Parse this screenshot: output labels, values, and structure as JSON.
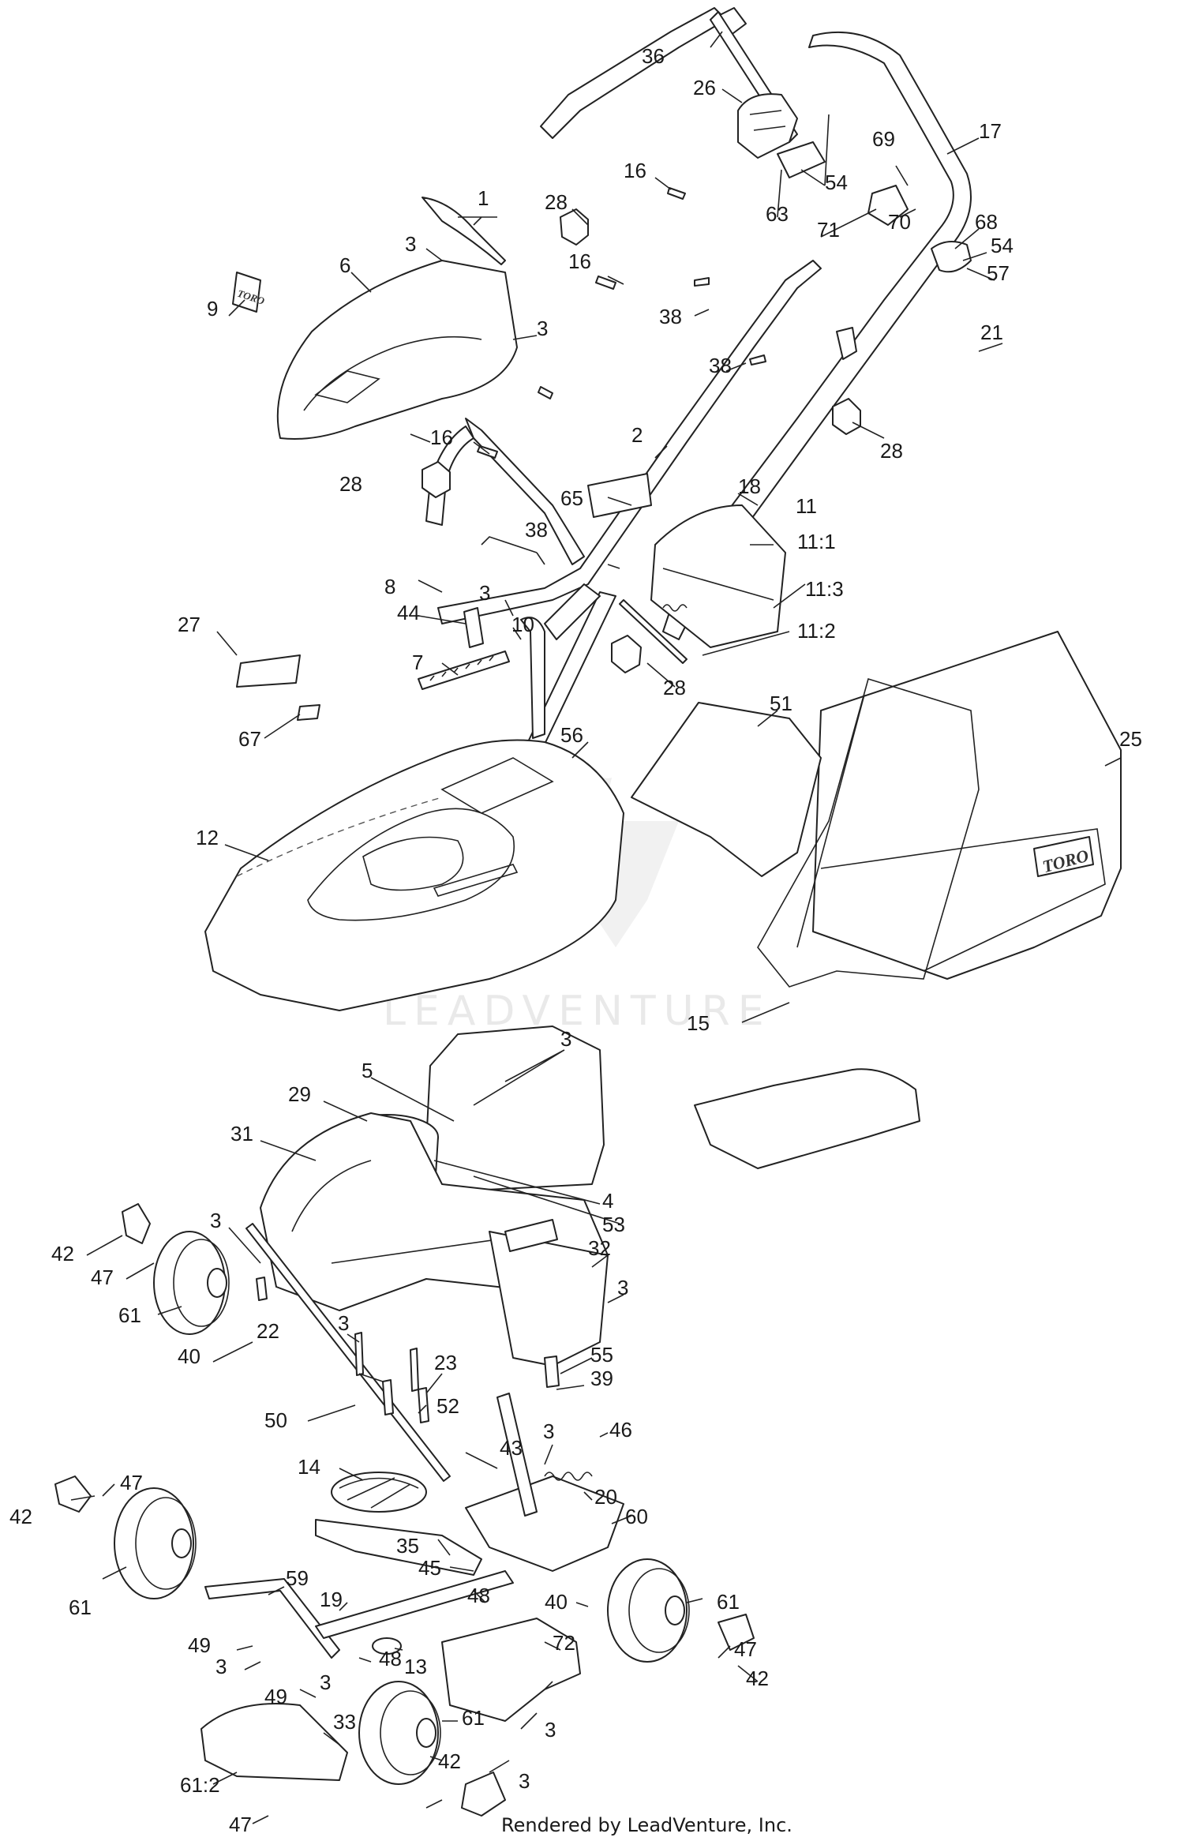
{
  "watermark_text": "LEADVENTURE",
  "credit": "Rendered by LeadVenture, Inc.",
  "brand_text": "TORO",
  "labels": [
    "36",
    "26",
    "17",
    "16",
    "54",
    "69",
    "28",
    "63",
    "71",
    "1",
    "68",
    "70",
    "54",
    "3",
    "6",
    "16",
    "3",
    "9",
    "38",
    "57",
    "21",
    "38",
    "28",
    "16",
    "2",
    "18",
    "28",
    "65",
    "11",
    "11:1",
    "38",
    "8",
    "3",
    "11:3",
    "44",
    "10",
    "27",
    "7",
    "11:2",
    "28",
    "51",
    "67",
    "56",
    "25",
    "12",
    "15",
    "3",
    "5",
    "29",
    "31",
    "4",
    "53",
    "42",
    "3",
    "47",
    "32",
    "3",
    "61",
    "22",
    "3",
    "55",
    "40",
    "23",
    "39",
    "52",
    "50",
    "3",
    "46",
    "43",
    "14",
    "20",
    "42",
    "47",
    "60",
    "35",
    "45",
    "61",
    "59",
    "48",
    "19",
    "40",
    "61",
    "72",
    "49",
    "48",
    "13",
    "47",
    "42",
    "3",
    "49",
    "3",
    "61",
    "3",
    "33",
    "61:2",
    "42",
    "3",
    "47"
  ]
}
